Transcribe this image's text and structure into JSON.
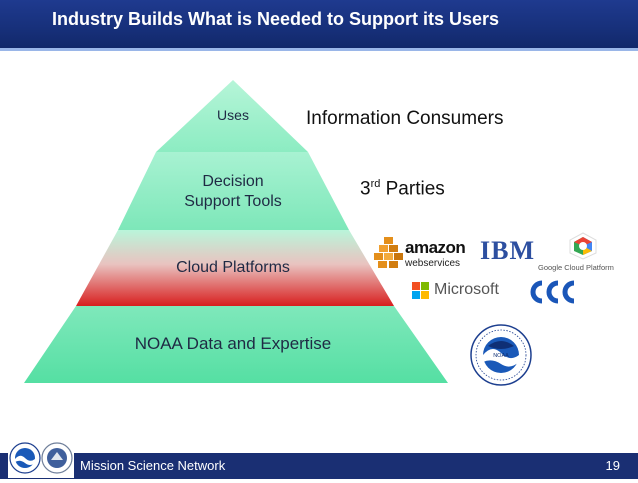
{
  "header": {
    "title": "Industry Builds What is Needed to Support its Users"
  },
  "pyramid": {
    "tiers": [
      {
        "label_lines": [
          "Uses"
        ]
      },
      {
        "label_lines": [
          "Decision",
          "Support Tools"
        ]
      },
      {
        "label_lines": [
          "Cloud Platforms"
        ]
      },
      {
        "label_lines": [
          "NOAA Data and Expertise"
        ]
      }
    ]
  },
  "side_labels": {
    "info_consumers": "Information Consumers",
    "third_parties_base": "3",
    "third_parties_sup": "rd",
    "third_parties_rest": " Parties"
  },
  "logos": {
    "amazon_word": "amazon",
    "amazon_sub": "webservices",
    "ibm": "IBM",
    "google": "Google Cloud Platform",
    "microsoft": "Microsoft",
    "noaa": "NOAA"
  },
  "footer": {
    "text": "Mission Science Network",
    "page": "19"
  }
}
